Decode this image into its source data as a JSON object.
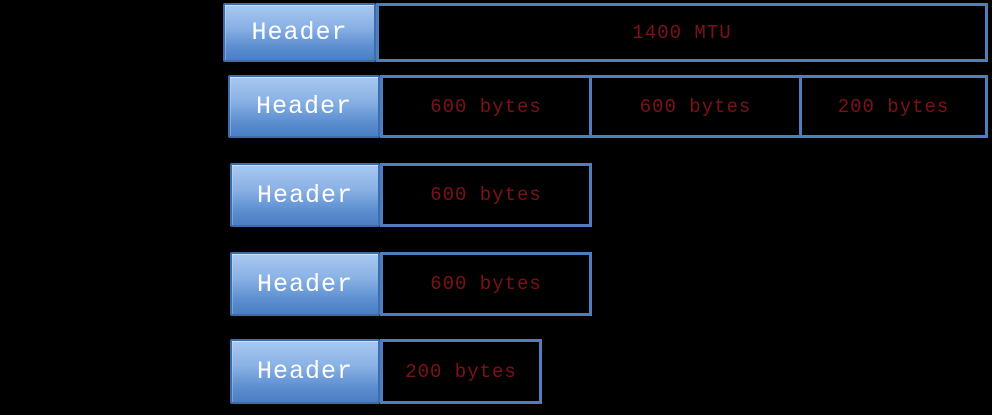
{
  "diagram": {
    "title": "packet-fragmentation-diagram",
    "colors": {
      "background": "#000000",
      "box_border_blue": "#4d7ebf",
      "box_fill": "#000000",
      "header_gradient_top": "#a8c8f0",
      "header_gradient_bottom": "#4a7fc4",
      "header_border": "#3e6cab",
      "header_text_color": "#ffffff",
      "size_text_color": "#7d1216"
    },
    "rows": [
      {
        "header_label": "Header",
        "segments": [
          {
            "label": "1400 MTU"
          }
        ]
      },
      {
        "header_label": "Header",
        "segments": [
          {
            "label": "600 bytes"
          },
          {
            "label": "600 bytes"
          },
          {
            "label": "200 bytes"
          }
        ]
      },
      {
        "header_label": "Header",
        "segments": [
          {
            "label": "600 bytes"
          }
        ]
      },
      {
        "header_label": "Header",
        "segments": [
          {
            "label": "600 bytes"
          }
        ]
      },
      {
        "header_label": "Header",
        "segments": [
          {
            "label": "200 bytes"
          }
        ]
      }
    ]
  }
}
